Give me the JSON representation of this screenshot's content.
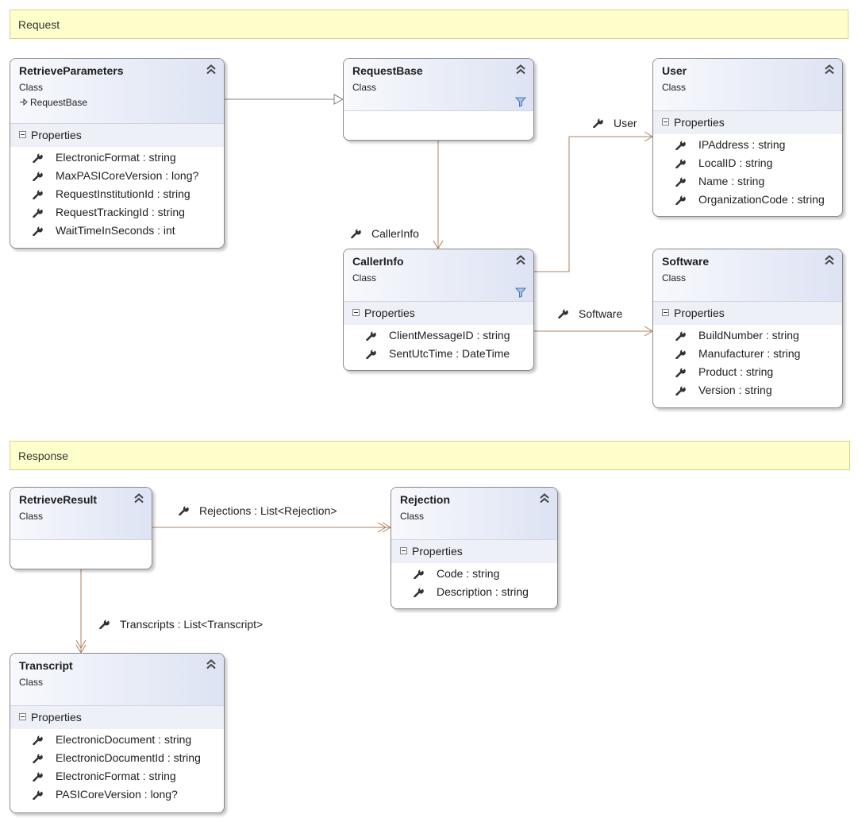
{
  "groups": {
    "request": "Request",
    "response": "Response"
  },
  "classes": {
    "retrieve_parameters": {
      "name": "RetrieveParameters",
      "type": "Class",
      "inherits": "RequestBase",
      "compartment": "Properties",
      "members": [
        "ElectronicFormat : string",
        "MaxPASICoreVersion : long?",
        "RequestInstitutionId : string",
        "RequestTrackingId : string",
        "WaitTimeInSeconds : int"
      ]
    },
    "request_base": {
      "name": "RequestBase",
      "type": "Class"
    },
    "user": {
      "name": "User",
      "type": "Class",
      "compartment": "Properties",
      "members": [
        "IPAddress : string",
        "LocalID : string",
        "Name : string",
        "OrganizationCode : string"
      ]
    },
    "caller_info": {
      "name": "CallerInfo",
      "type": "Class",
      "compartment": "Properties",
      "members": [
        "ClientMessageID : string",
        "SentUtcTime : DateTime"
      ]
    },
    "software": {
      "name": "Software",
      "type": "Class",
      "compartment": "Properties",
      "members": [
        "BuildNumber : string",
        "Manufacturer : string",
        "Product : string",
        "Version : string"
      ]
    },
    "retrieve_result": {
      "name": "RetrieveResult",
      "type": "Class"
    },
    "rejection": {
      "name": "Rejection",
      "type": "Class",
      "compartment": "Properties",
      "members": [
        "Code : string",
        "Description : string"
      ]
    },
    "transcript": {
      "name": "Transcript",
      "type": "Class",
      "compartment": "Properties",
      "members": [
        "ElectronicDocument : string",
        "ElectronicDocumentId : string",
        "ElectronicFormat : string",
        "PASICoreVersion : long?"
      ]
    }
  },
  "associations": {
    "user": "User",
    "caller_info": "CallerInfo",
    "software": "Software",
    "rejections": "Rejections : List<Rejection>",
    "transcripts": "Transcripts : List<Transcript>"
  },
  "icons": {
    "collapse": "double-chevron-up-icon",
    "filter": "filter-icon",
    "property": "wrench-icon",
    "compartment_toggle": "minus-box-icon",
    "inheritance": "arrow-icon"
  },
  "colors": {
    "group_bar": "#ffffcc",
    "header_gradient_end": "#dde3f3",
    "association_line": "#b08060",
    "inheritance_line": "#808080"
  }
}
